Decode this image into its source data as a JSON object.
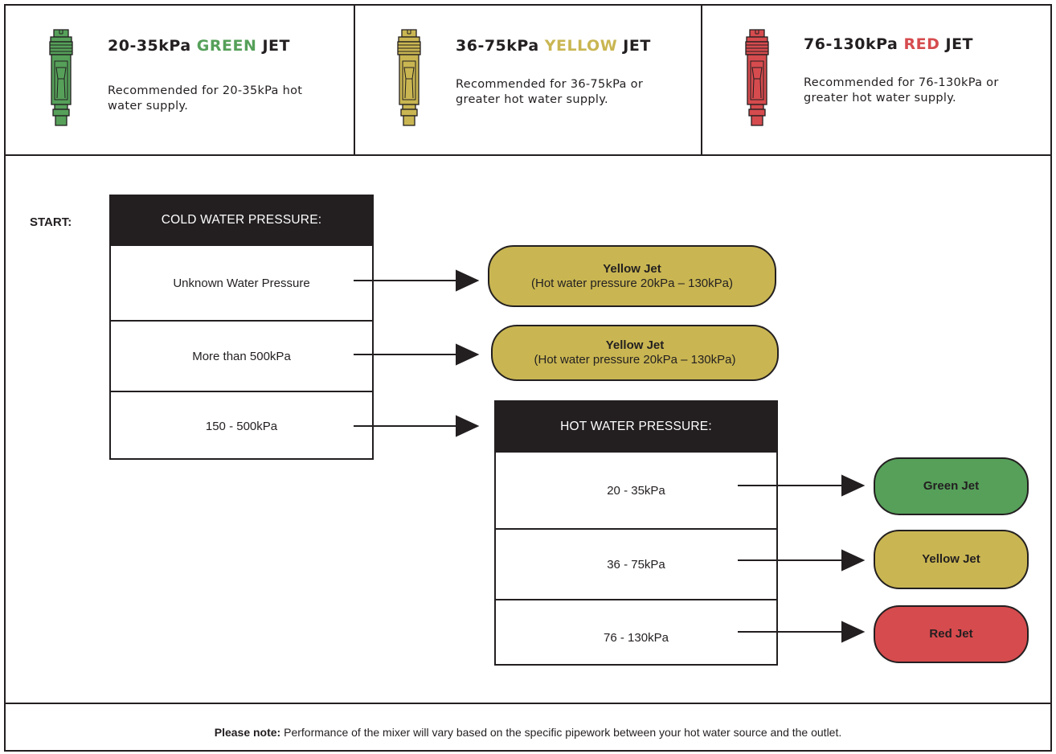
{
  "jets": [
    {
      "range": "20-35kPa",
      "color_word": "GREEN",
      "suffix": "JET",
      "desc": "Recommended for 20-35kPa hot water supply.",
      "color": "#56a05a"
    },
    {
      "range": "36-75kPa",
      "color_word": "YELLOW",
      "suffix": "JET",
      "desc": "Recommended for 36-75kPa or greater hot water supply.",
      "color": "#c9b652"
    },
    {
      "range": "76-130kPa",
      "color_word": "RED",
      "suffix": "JET",
      "desc": "Recommended for 76-130kPa or greater hot water supply.",
      "color": "#d64b4e"
    }
  ],
  "start_label": "START:",
  "cold": {
    "header": "COLD WATER PRESSURE:",
    "rows": [
      "Unknown Water Pressure",
      "More than 500kPa",
      "150 - 500kPa"
    ]
  },
  "cold_results": [
    {
      "title": "Yellow Jet",
      "sub": "(Hot water pressure 20kPa – 130kPa)"
    },
    {
      "title": "Yellow Jet",
      "sub": "(Hot water pressure 20kPa – 130kPa)"
    }
  ],
  "hot": {
    "header": "HOT WATER PRESSURE:",
    "rows": [
      "20 - 35kPa",
      "36 - 75kPa",
      "76 - 130kPa"
    ]
  },
  "hot_results": [
    "Green Jet",
    "Yellow Jet",
    "Red Jet"
  ],
  "note": {
    "bold": "Please note:",
    "text": " Performance of the mixer will vary based on the specific pipework between your hot water source and the outlet."
  },
  "colors": {
    "green": "#56a05a",
    "yellow": "#c9b652",
    "red": "#d64b4e",
    "dark": "#231f20"
  }
}
